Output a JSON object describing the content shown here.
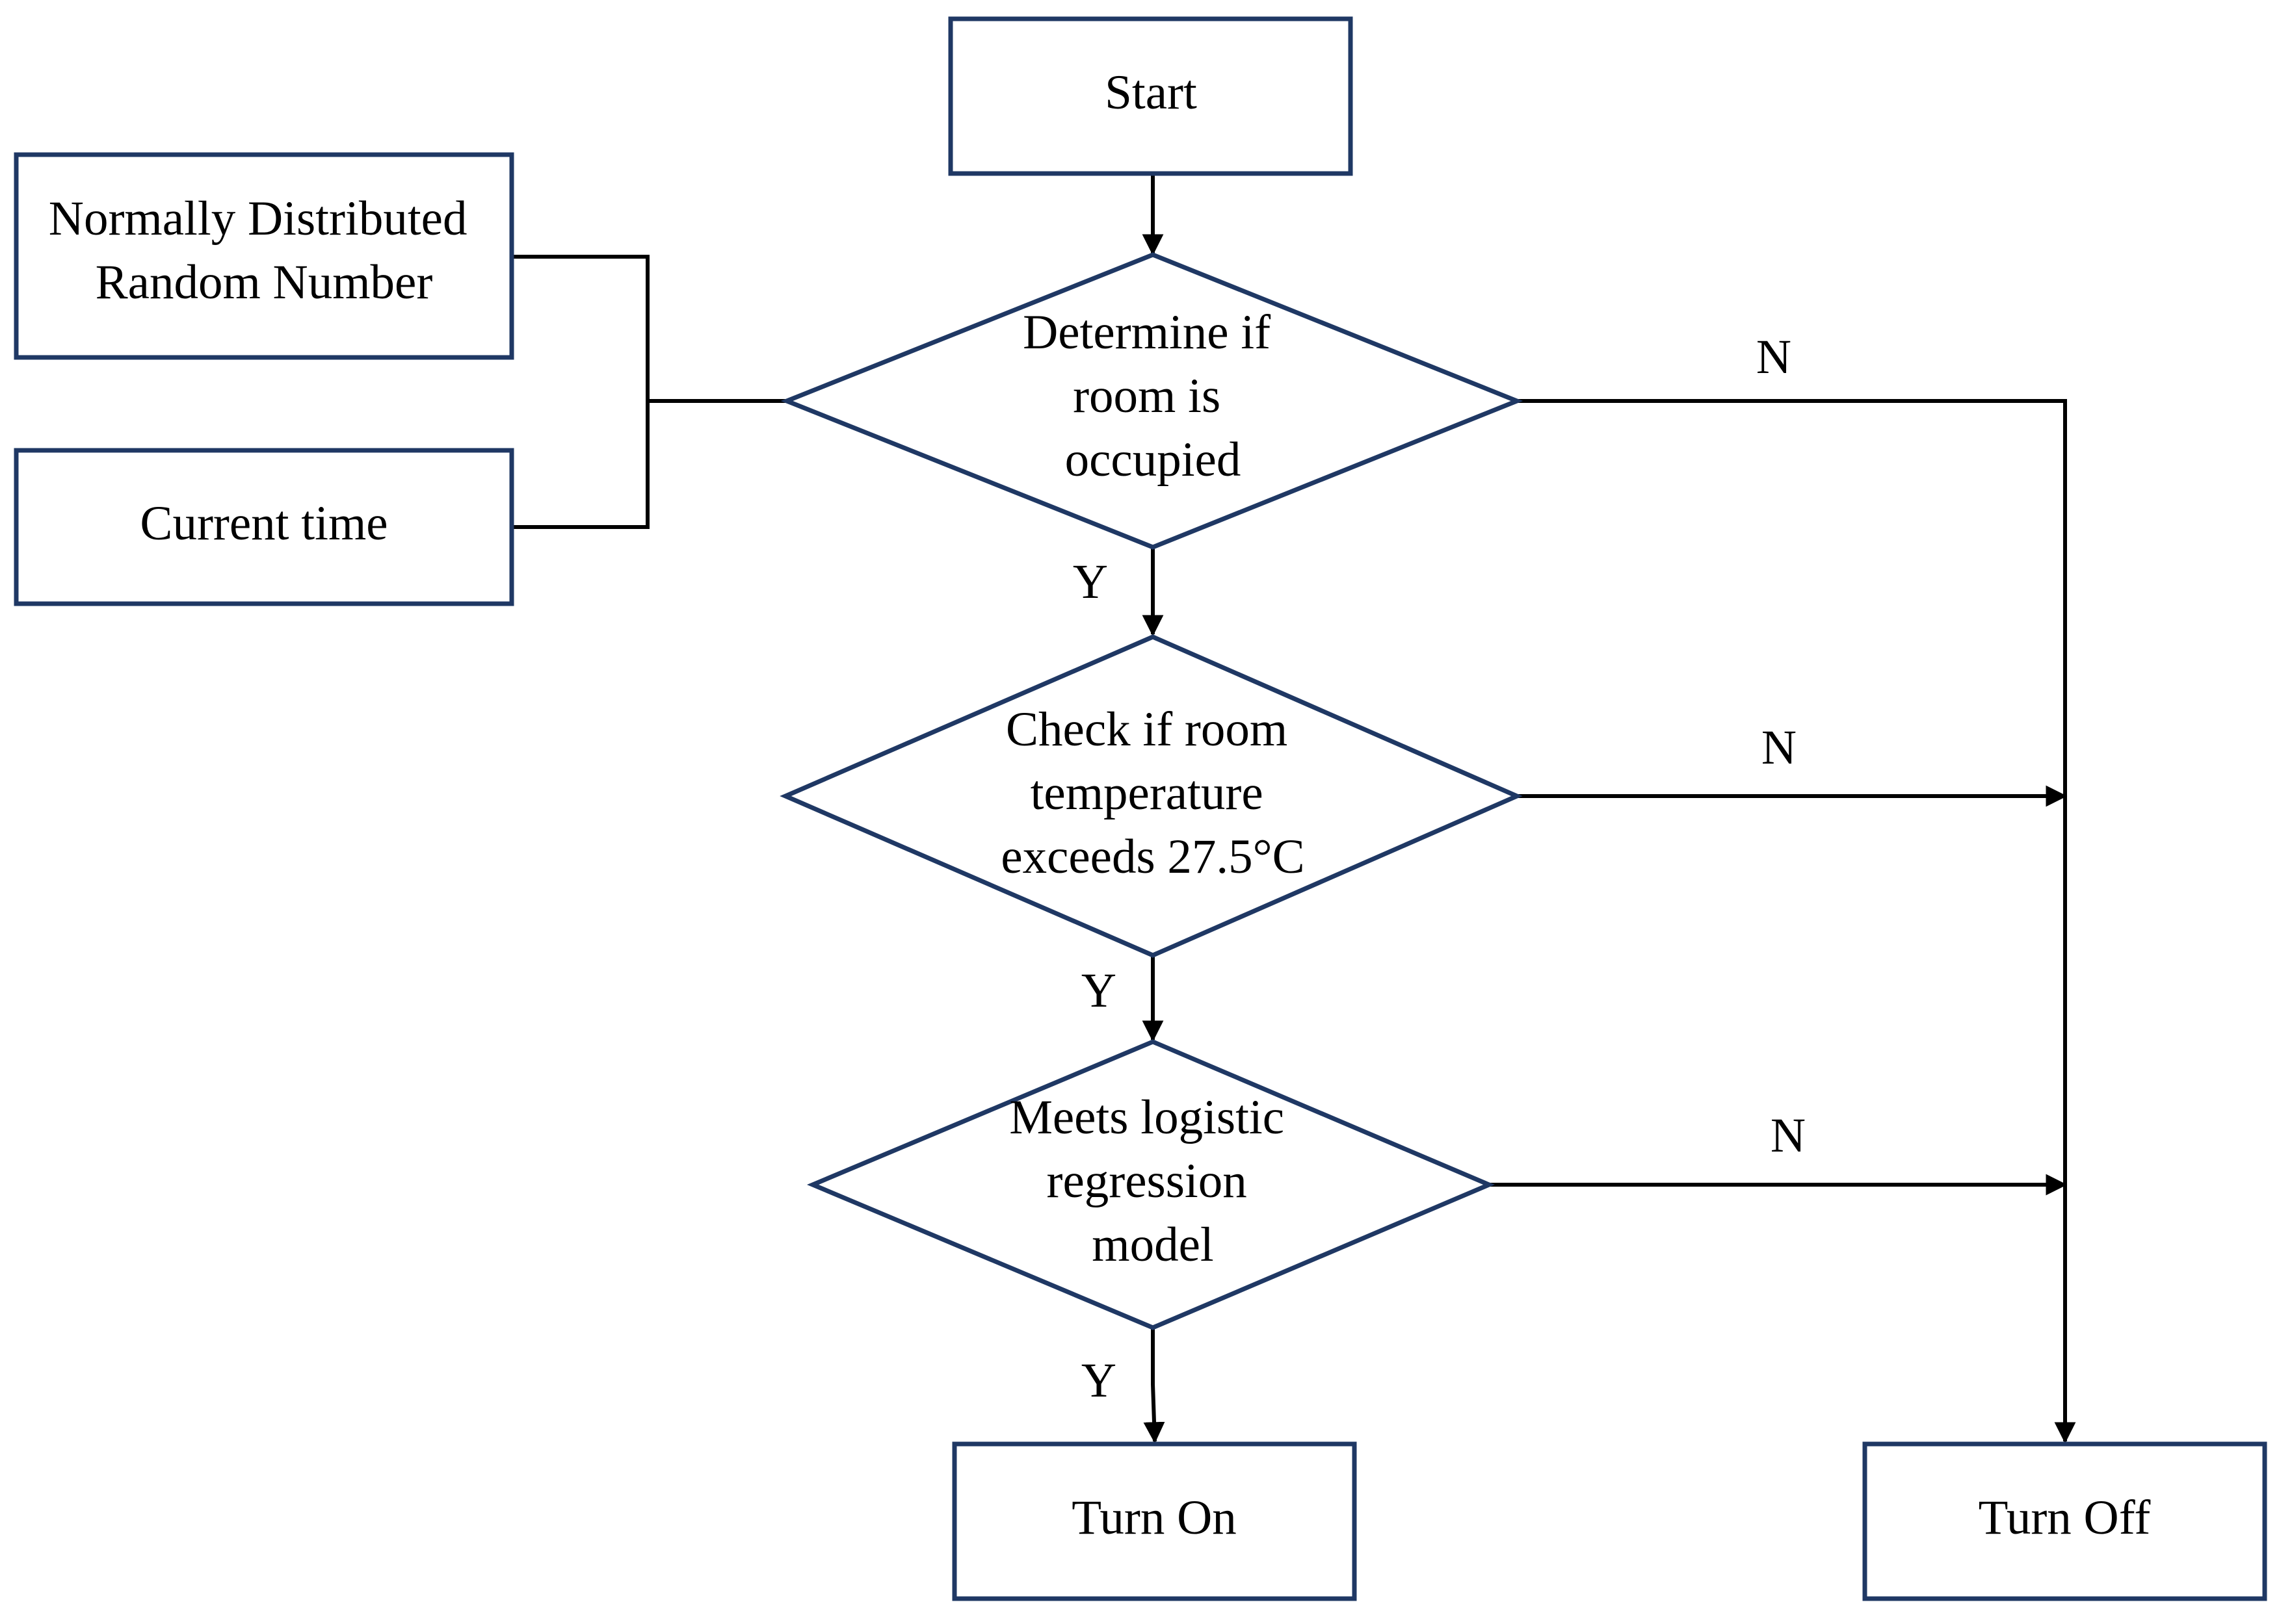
{
  "colors": {
    "shape_stroke": "#1f3864",
    "connector": "#000000",
    "background": "#ffffff"
  },
  "nodes": {
    "start": "Start",
    "normal_random": [
      "Normally Distributed",
      "Random Number"
    ],
    "current_time": "Current time",
    "occupied_check": [
      "Determine if",
      "room is",
      "occupied"
    ],
    "temperature_check": [
      "Check if room",
      "temperature",
      "exceeds 27.5°C"
    ],
    "logistic_check": [
      "Meets logistic",
      "regression",
      "model"
    ],
    "turn_on": "Turn On",
    "turn_off": "Turn Off"
  },
  "branch_labels": {
    "occupied_yes": "Y",
    "occupied_no": "N",
    "temperature_yes": "Y",
    "temperature_no": "N",
    "logistic_yes": "Y",
    "logistic_no": "N"
  }
}
